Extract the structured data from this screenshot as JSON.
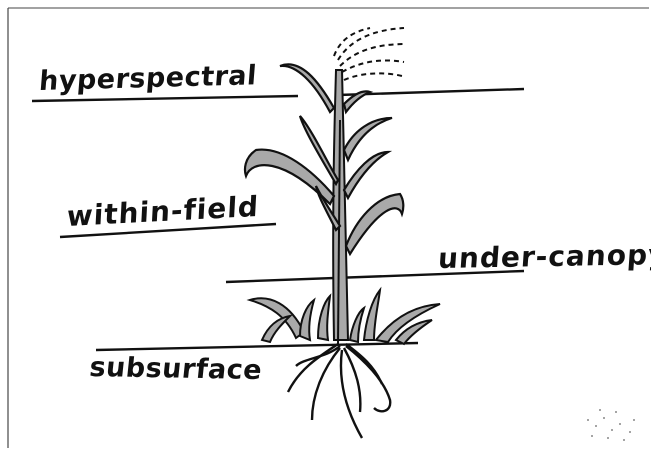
{
  "labels": {
    "hyperspectral": "hyperspectral",
    "within_field": "within-field",
    "under_canopy": "under-canopy",
    "subsurface": "subsurface"
  },
  "colors": {
    "ink": "#111111",
    "leaf_fill": "#a9a9a9",
    "paper": "#ffffff"
  }
}
